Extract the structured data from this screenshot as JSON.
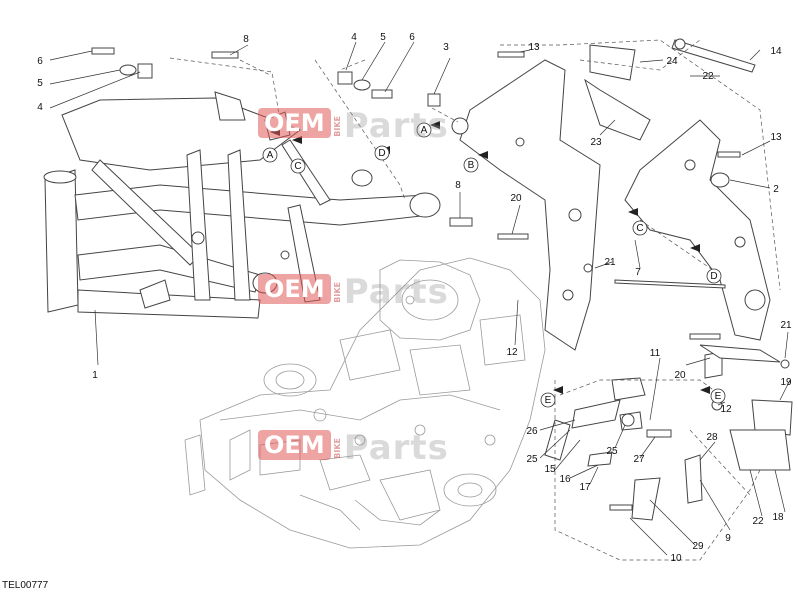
{
  "drawing_code": "TEL00777",
  "watermark": {
    "box": "OEM",
    "side": "BIKE",
    "tail": "Parts"
  },
  "colors": {
    "line": "#555555",
    "label": "#111111",
    "watermark": "#e15a5a"
  },
  "callouts": [
    "1",
    "2",
    "3",
    "4",
    "5",
    "6",
    "7",
    "8",
    "9",
    "10",
    "11",
    "12",
    "13",
    "14",
    "15",
    "16",
    "17",
    "18",
    "19",
    "20",
    "21",
    "22",
    "23",
    "24",
    "25",
    "26",
    "27",
    "28",
    "29"
  ],
  "reference_letters": [
    "A",
    "B",
    "C",
    "D",
    "E"
  ]
}
